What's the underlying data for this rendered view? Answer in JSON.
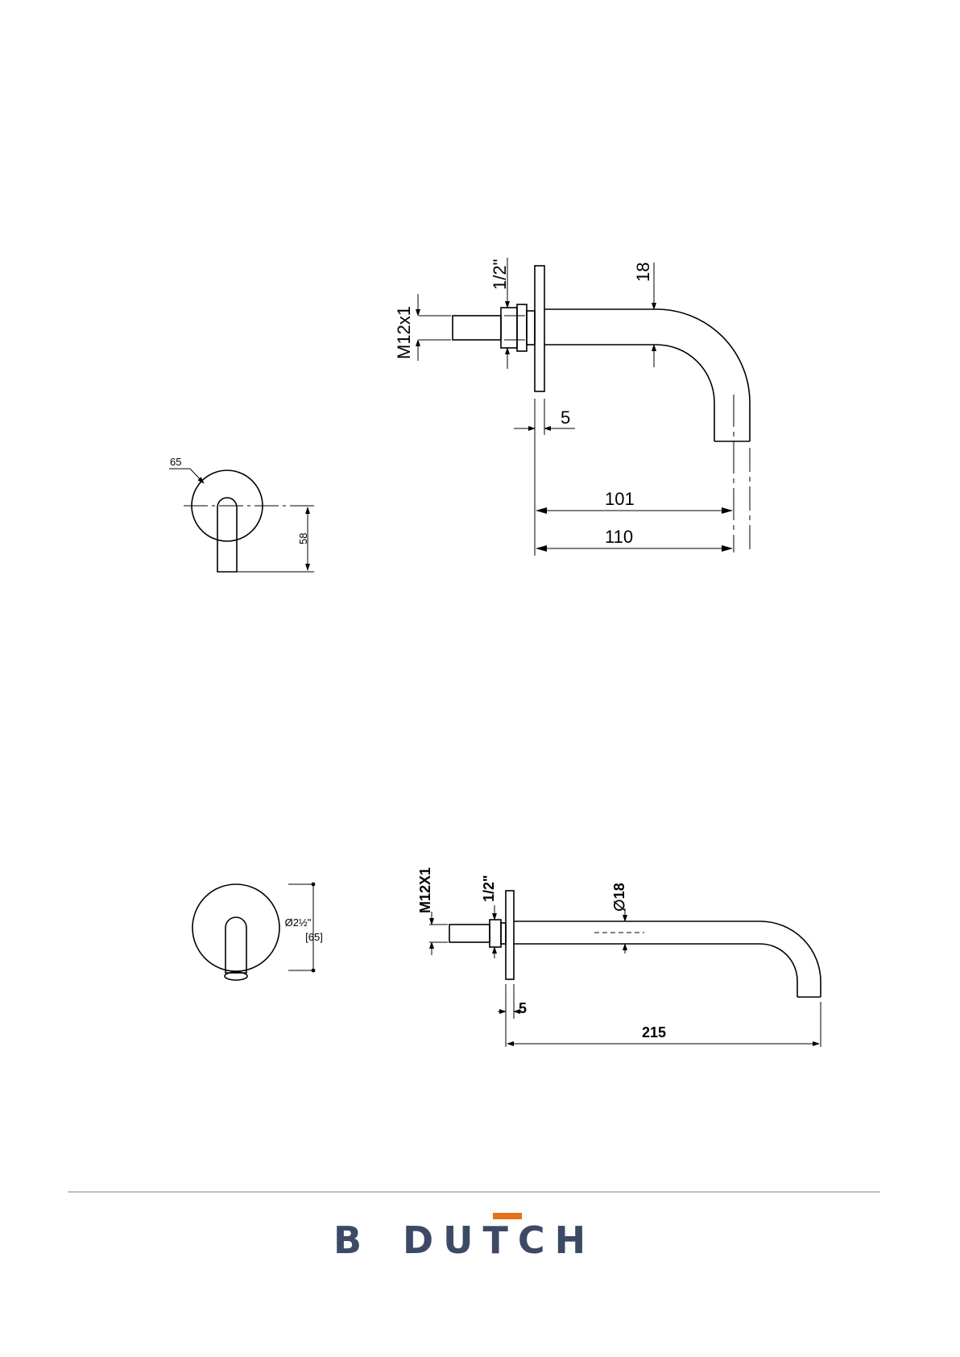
{
  "drawing_top": {
    "thread_label": "M12x1",
    "pipe_label": "1/2\"",
    "diameter_label": "18",
    "plate_label": "5",
    "reach_inner": "101",
    "reach_outer": "110",
    "rosette_label": "65",
    "height_label": "58"
  },
  "drawing_bottom": {
    "thread_label": "M12X1",
    "pipe_label": "1/2\"",
    "diameter_label": "∅18",
    "plate_label": "5",
    "reach_label": "215",
    "rosette_label": "Ø2½\"",
    "rosette_mm": "[65]"
  },
  "footer": {
    "brand_left": "B",
    "brand_right": "DUTCH",
    "colors": {
      "brand_blue": "#3d4a66",
      "accent_orange": "#e8701a",
      "rule": "#9a9a9a"
    }
  }
}
